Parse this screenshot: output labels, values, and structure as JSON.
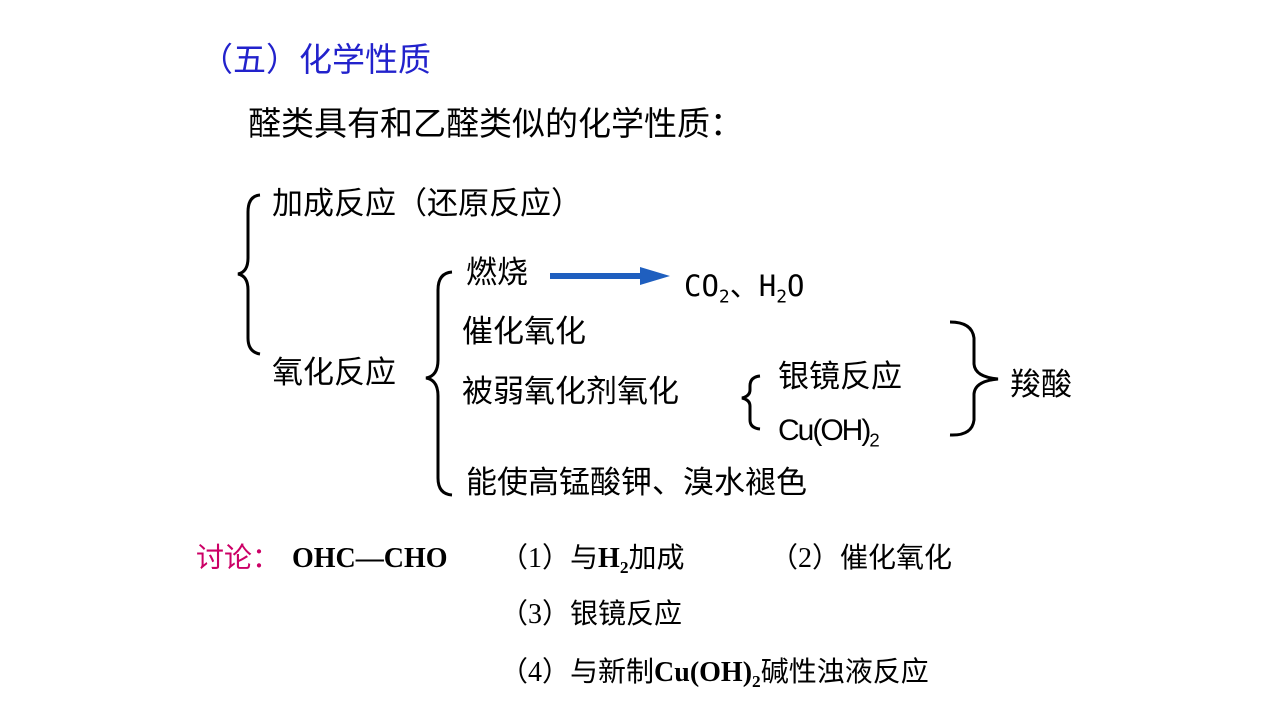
{
  "section_title": "（五）化学性质",
  "intro": "醛类具有和乙醛类似的化学性质：",
  "tree": {
    "addition": "加成反应（还原反应）",
    "oxidation": "氧化反应",
    "combustion": "燃烧",
    "combustion_products": {
      "co": "CO",
      "co_sub": "2",
      "sep": "、H",
      "h_sub": "2",
      "o": "O"
    },
    "catalytic": "催化氧化",
    "weak_oxidation": "被弱氧化剂氧化",
    "silver_mirror": "银镜反应",
    "cuoh": {
      "base": "Cu(OH)",
      "sub": "2"
    },
    "carboxylic_acid": "羧酸",
    "decolor": "能使高锰酸钾、溴水褪色"
  },
  "discussion": {
    "label": "讨论：",
    "compound": "OHC—CHO",
    "items": [
      {
        "num": "（1）",
        "pre": "与",
        "chem": "H",
        "sub": "2",
        "post": "加成"
      },
      {
        "num": "（2）",
        "text": "催化氧化"
      },
      {
        "num": "（3）",
        "text": "银镜反应"
      },
      {
        "num": "（4）",
        "pre": "与新制",
        "chem": "Cu(OH)",
        "sub": "2",
        "post": "碱性浊液反应"
      }
    ]
  },
  "colors": {
    "title": "#2222cc",
    "discussion_label": "#cc0066",
    "arrow": "#1f5fbf"
  }
}
